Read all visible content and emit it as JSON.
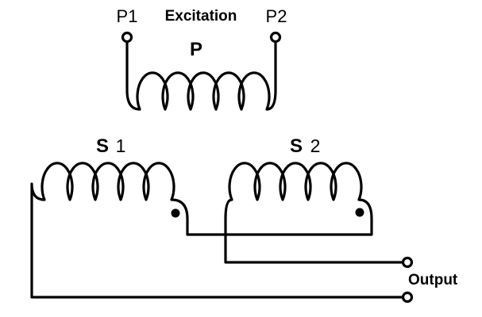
{
  "diagram": {
    "type": "LVDT transformer schematic",
    "labels": {
      "p1": "P1",
      "excitation": "Excitation",
      "p2": "P2",
      "primary": "P",
      "s1_letter": "S",
      "s1_number": "1",
      "s2_letter": "S",
      "s2_number": "2",
      "output": "Output"
    },
    "colors": {
      "wire": "#000000",
      "background": "#ffffff"
    }
  }
}
